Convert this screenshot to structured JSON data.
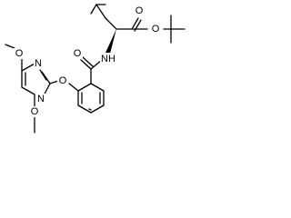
{
  "molecule": {
    "atom_labels": {
      "carbonyl_oxygen_ester": "O",
      "ester_oxygen": "O",
      "amide_nh": "NH",
      "amide_oxygen": "O",
      "aryl_ether_oxygen": "O",
      "methoxy_oxygen_top": "O",
      "methoxy_oxygen_bottom": "O",
      "pyrimidine_n_upper": "N",
      "pyrimidine_n_lower": "N"
    }
  }
}
